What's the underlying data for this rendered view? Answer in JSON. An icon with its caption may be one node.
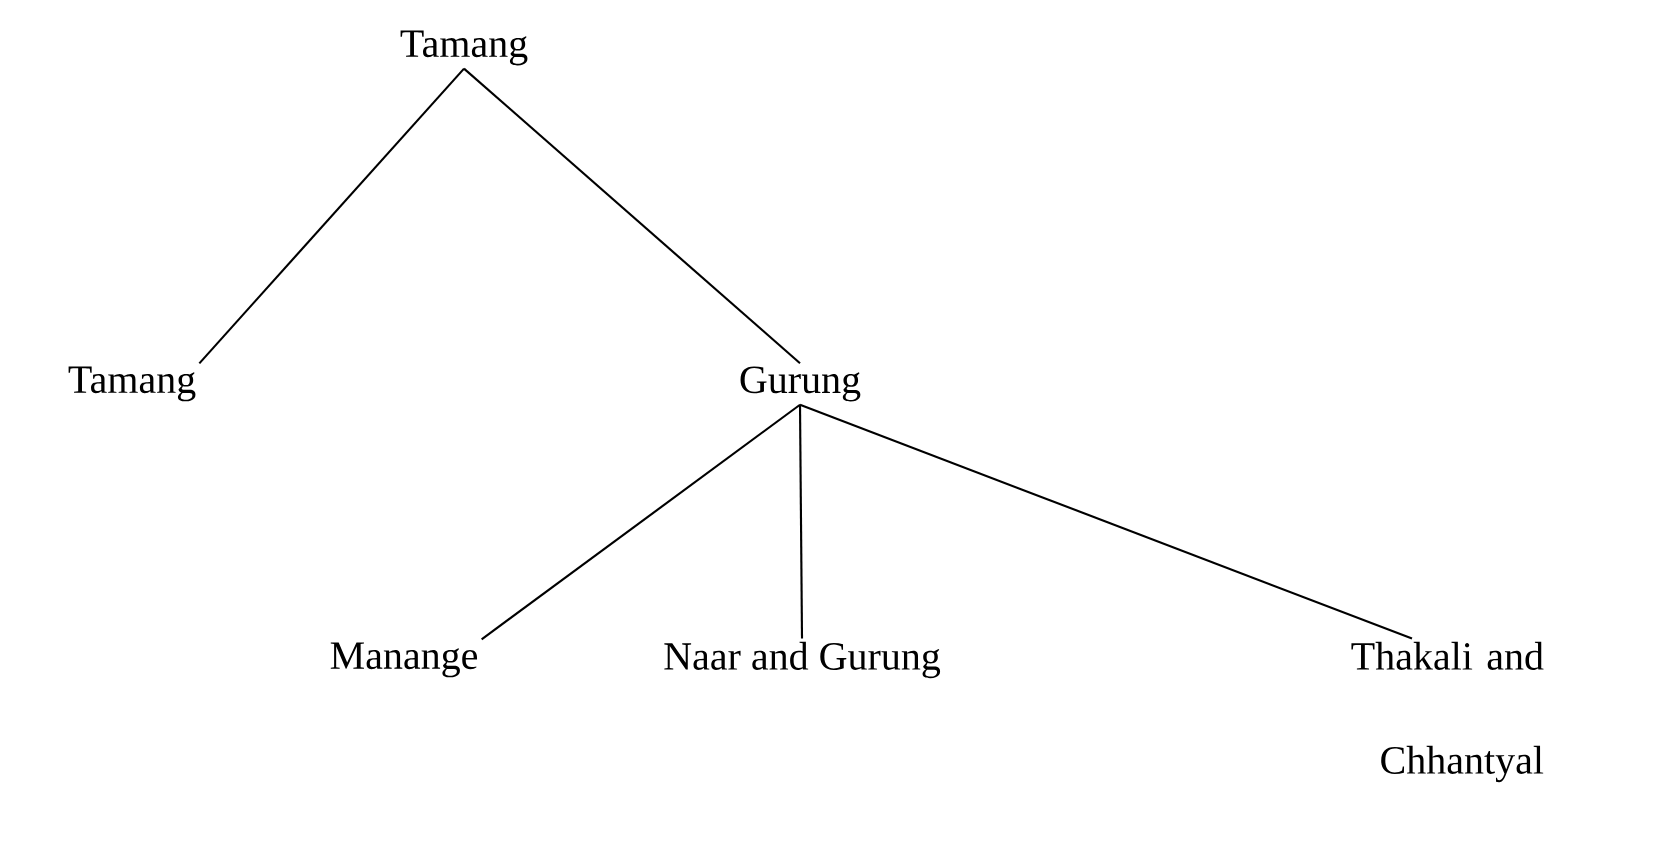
{
  "diagram": {
    "nodes": [
      {
        "text": [
          "Tamang"
        ]
      },
      {
        "text": [
          "Tamang"
        ]
      },
      {
        "text": [
          "Gurung"
        ]
      },
      {
        "text": [
          "Manange"
        ]
      },
      {
        "text": [
          "Naar and Gurung"
        ]
      },
      {
        "text": [
          "Thakali and Chhantyal"
        ]
      }
    ],
    "edges": [
      {
        "from": 0,
        "to": 1,
        "arrow": "none"
      },
      {
        "from": 0,
        "to": 2,
        "arrow": "none"
      },
      {
        "from": 2,
        "to": 3,
        "arrow": "none"
      },
      {
        "from": 2,
        "to": 4,
        "arrow": "none"
      },
      {
        "from": 2,
        "to": 5,
        "arrow": "none"
      }
    ]
  }
}
